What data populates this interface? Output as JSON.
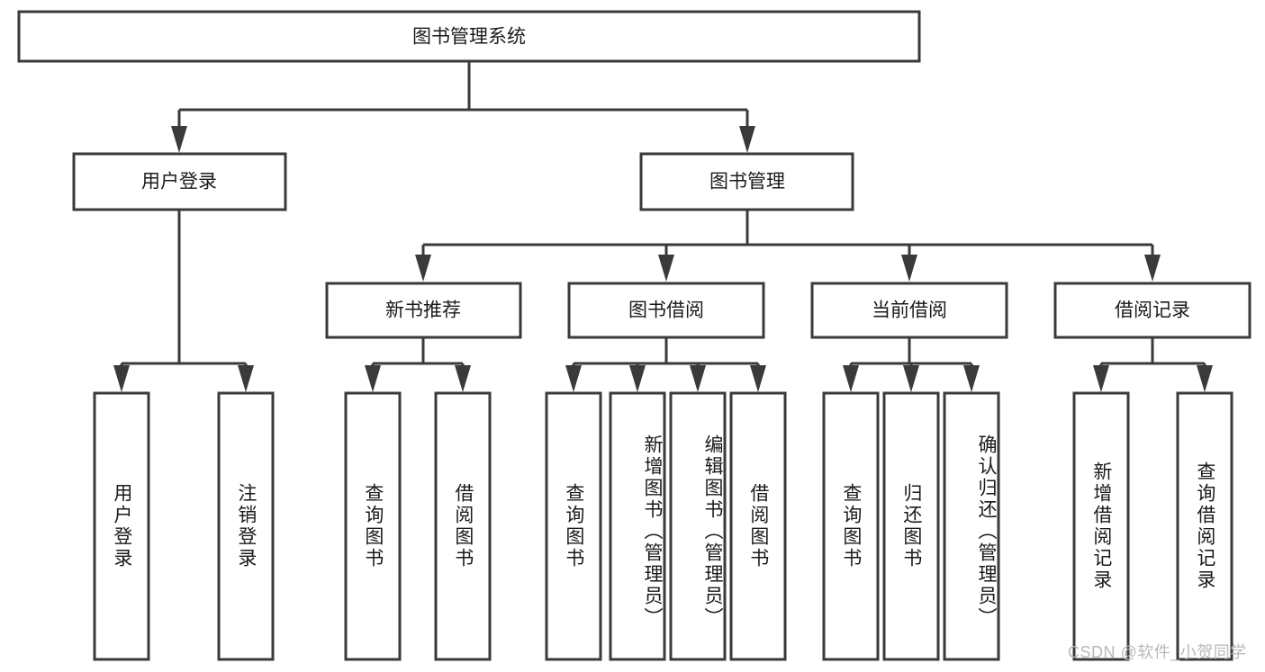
{
  "diagram": {
    "title": "图书管理系统",
    "type": "hierarchy-tree",
    "orientation": "top-down",
    "colors": {
      "stroke": "#3a3a3a",
      "fill": "#ffffff",
      "text": "#1a1a1a",
      "background": "#ffffff",
      "watermark": "#b9b9b9"
    },
    "root": {
      "id": "root",
      "label": "图书管理系统"
    },
    "level2": [
      {
        "id": "user-login",
        "label": "用户登录"
      },
      {
        "id": "book-management",
        "label": "图书管理"
      }
    ],
    "level3": [
      {
        "id": "new-book-recommend",
        "label": "新书推荐",
        "parent": "book-management"
      },
      {
        "id": "book-borrow",
        "label": "图书借阅",
        "parent": "book-management"
      },
      {
        "id": "current-borrow",
        "label": "当前借阅",
        "parent": "book-management"
      },
      {
        "id": "borrow-record",
        "label": "借阅记录",
        "parent": "book-management"
      }
    ],
    "leaves": [
      {
        "id": "leaf-user-login",
        "label": "用户登录",
        "parent": "user-login"
      },
      {
        "id": "leaf-logout-login",
        "label": "注销登录",
        "parent": "user-login"
      },
      {
        "id": "leaf-query-book-1",
        "label": "查询图书",
        "parent": "new-book-recommend"
      },
      {
        "id": "leaf-borrow-book-1",
        "label": "借阅图书",
        "parent": "new-book-recommend"
      },
      {
        "id": "leaf-query-book-2",
        "label": "查询图书",
        "parent": "book-borrow"
      },
      {
        "id": "leaf-add-book",
        "label": "新增图书（管理员）",
        "parent": "book-borrow"
      },
      {
        "id": "leaf-edit-book",
        "label": "编辑图书（管理员）",
        "parent": "book-borrow"
      },
      {
        "id": "leaf-borrow-book-2",
        "label": "借阅图书",
        "parent": "book-borrow"
      },
      {
        "id": "leaf-query-book-3",
        "label": "查询图书",
        "parent": "current-borrow"
      },
      {
        "id": "leaf-return-book",
        "label": "归还图书",
        "parent": "current-borrow"
      },
      {
        "id": "leaf-confirm-return",
        "label": "确认归还（管理员）",
        "parent": "current-borrow"
      },
      {
        "id": "leaf-add-record",
        "label": "新增借阅记录",
        "parent": "borrow-record"
      },
      {
        "id": "leaf-query-record",
        "label": "查询借阅记录",
        "parent": "borrow-record"
      }
    ]
  },
  "watermark": {
    "text": "CSDN @软件_小贺同学"
  }
}
